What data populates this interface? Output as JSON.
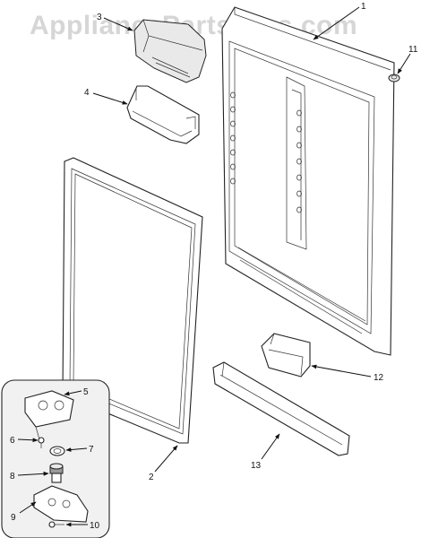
{
  "watermark": "AppliancePartsPros.com",
  "callouts": [
    "1",
    "2",
    "3",
    "4",
    "5",
    "6",
    "7",
    "8",
    "9",
    "10",
    "11",
    "12",
    "13"
  ],
  "icons": [
    "arrow-icon"
  ]
}
